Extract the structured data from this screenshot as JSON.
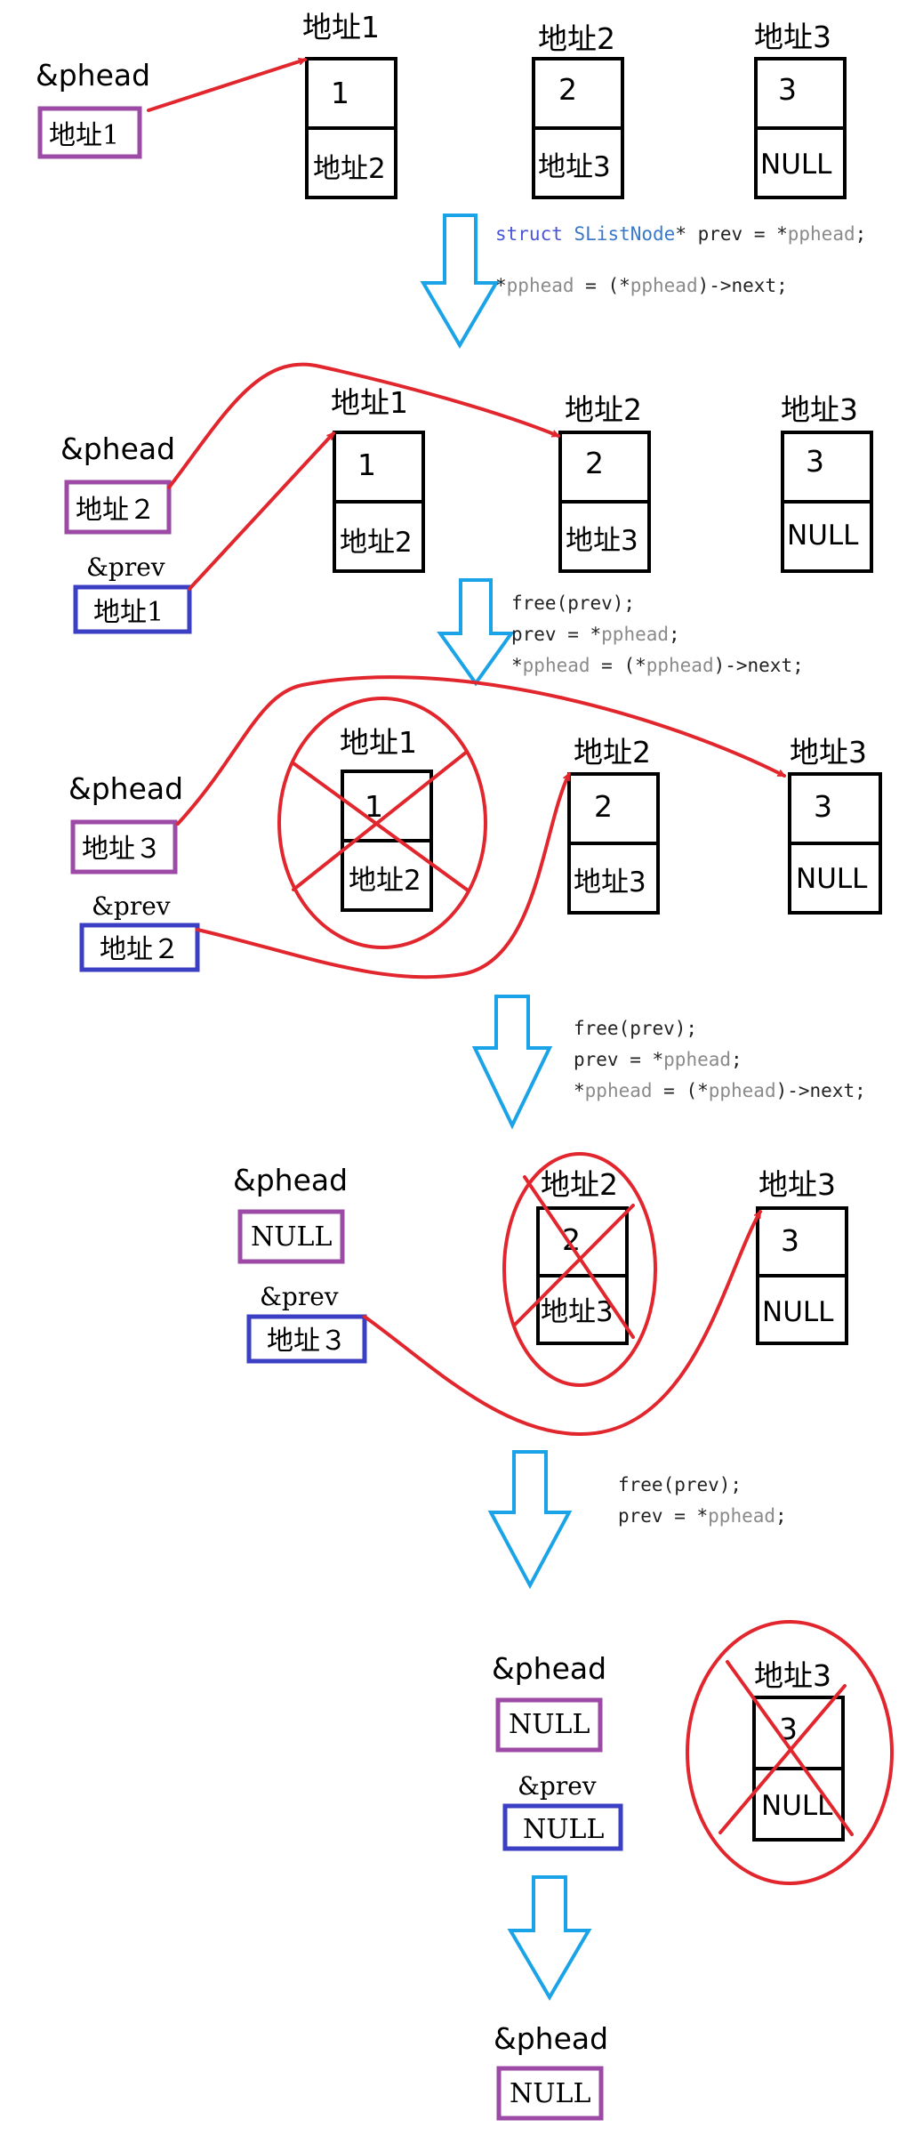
{
  "labels": {
    "phead": "&phead",
    "prev": "&prev",
    "addr1": "地址1",
    "addr2": "地址2",
    "addr3": "地址3",
    "addr2_wide": "地址２",
    "addr3_wide": "地址３",
    "null": "NULL",
    "v1": "1",
    "v2": "2",
    "v3": "3"
  },
  "code": {
    "step1_line1_kw": "struct",
    "step1_line1_ty": "SListNode",
    "step1_line1_rest": "* prev = *",
    "step1_line1_var": "pphead",
    "step1_line1_end": ";",
    "step1_line2_a": "*",
    "step1_line2_var": "pphead",
    "step1_line2_b": " = (*",
    "step1_line2_var2": "pphead",
    "step1_line2_c": ")->next;",
    "free": "free(prev);",
    "prev_assign_a": "prev = *",
    "prev_assign_var": "pphead",
    "prev_assign_end": ";",
    "next_a": "*",
    "next_var": "pphead",
    "next_b": " = (*",
    "next_var2": "pphead",
    "next_c": ")->next;"
  },
  "colors": {
    "phead_box": "#9c4aa5",
    "prev_box": "#3b3fc4",
    "pointer_arrow": "#e2262d",
    "step_arrow": "#1aa3e6"
  }
}
